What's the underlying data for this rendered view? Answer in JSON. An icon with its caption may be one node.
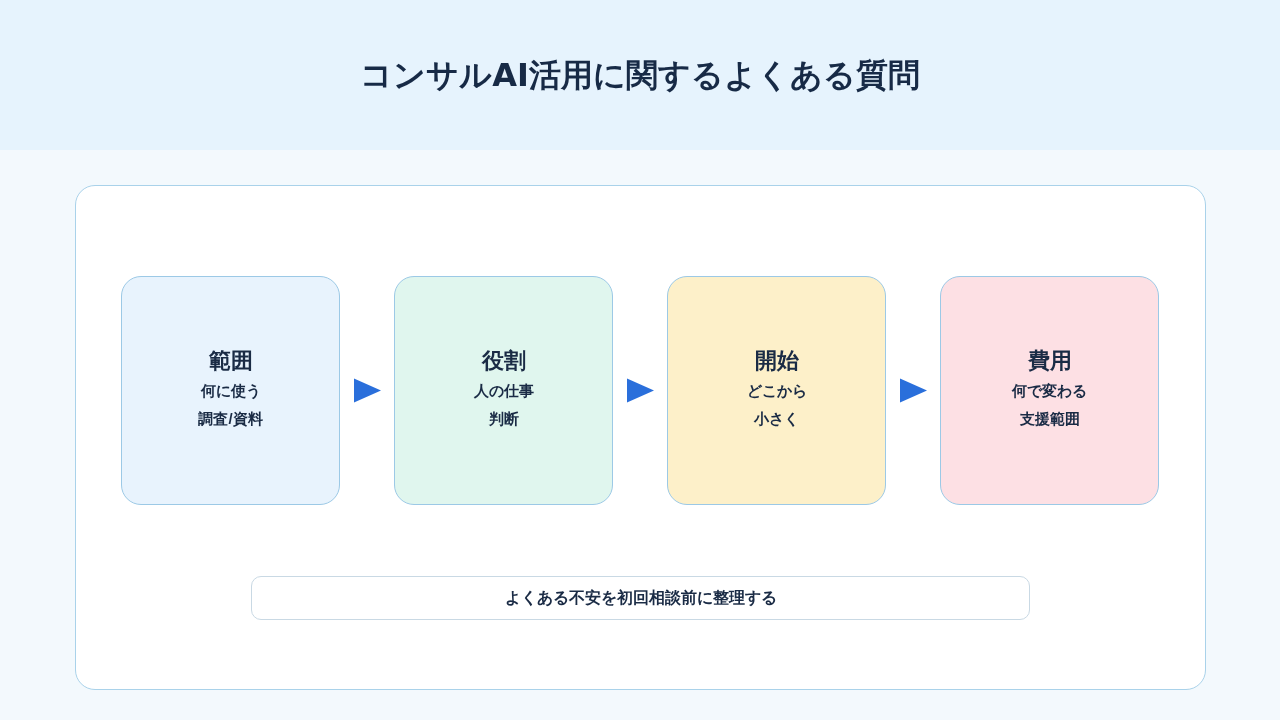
{
  "diagram": {
    "title": "コンサルAI活用に関するよくある質問",
    "nodes": [
      {
        "text": [
          "範囲",
          "何に使う",
          "調査/資料"
        ]
      },
      {
        "text": [
          "役割",
          "人の仕事",
          "判断"
        ]
      },
      {
        "text": [
          "開始",
          "どこから",
          "小さく"
        ]
      },
      {
        "text": [
          "費用",
          "何で変わる",
          "支援範囲"
        ]
      },
      {
        "text": [
          "よくある不安を初回相談前に整理する"
        ]
      }
    ],
    "edges": [
      {
        "from": 0,
        "to": 1,
        "arrow": "to"
      },
      {
        "from": 1,
        "to": 2,
        "arrow": "to"
      },
      {
        "from": 2,
        "to": 3,
        "arrow": "to"
      }
    ]
  }
}
